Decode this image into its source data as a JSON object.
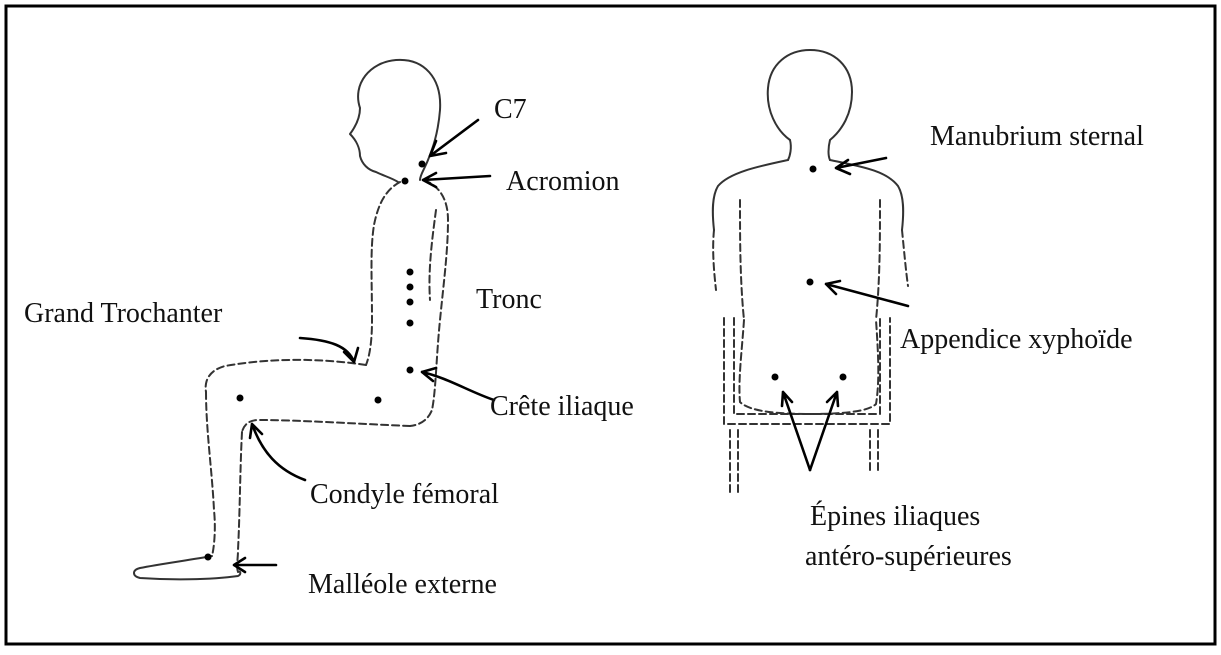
{
  "diagram": {
    "frame_color": "#000000",
    "ink_color": "#111111",
    "labels": {
      "c7": "C7",
      "acromion": "Acromion",
      "tronc": "Tronc",
      "grand_trochanter": "Grand Trochanter",
      "crete_iliaque": "Crête iliaque",
      "condyle_femoral": "Condyle fémoral",
      "malleole_externe": "Malléole externe",
      "manubrium_sternal": "Manubrium sternal",
      "appendice_xyphoide": "Appendice xyphoïde",
      "epines_iliaques_line1": "Épines iliaques",
      "epines_iliaques_line2": "antéro-supérieures"
    }
  }
}
